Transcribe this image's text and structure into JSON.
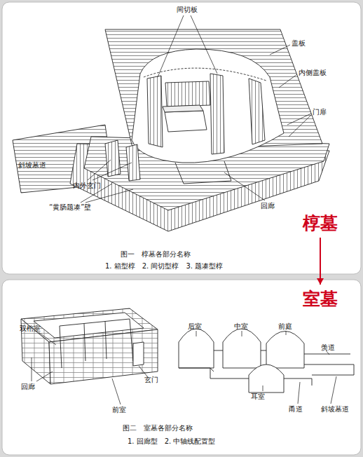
{
  "diagram": {
    "nodes": [
      {
        "text": [
          "椁墓"
        ]
      },
      {
        "text": [
          "室墓"
        ]
      }
    ],
    "edges": [
      {
        "from": 0,
        "to": 1,
        "arrow": "to"
      }
    ],
    "labels": [
      "间切板",
      "盖板",
      "内侧盖板",
      "门扉",
      "斜坡墓道",
      "内外玄门",
      "“黄肠题凑”壁",
      "回廊",
      "图一　椁墓各部分名称",
      "1. 箱型椁　2. 间切型椁　3. 题凑型椁",
      "双棺室",
      "回廊",
      "玄门",
      "前室",
      "后室",
      "中室",
      "前庭",
      "羡道",
      "耳室",
      "甬道",
      "斜坡墓道",
      "图二　室墓各部分名称",
      "1. 回廊型　2. 中轴线配置型"
    ]
  }
}
